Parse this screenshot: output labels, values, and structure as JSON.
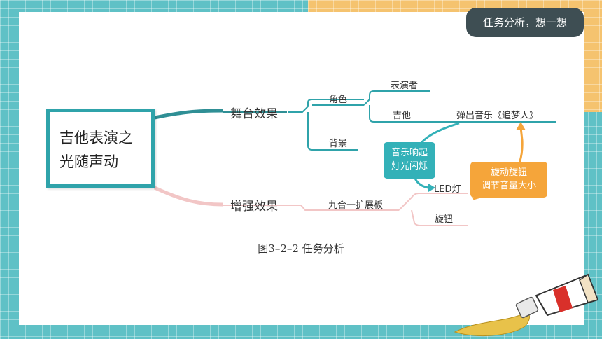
{
  "header": {
    "tag_label": "任务分析，想一想"
  },
  "mindmap": {
    "root_line1": "吉他表演之",
    "root_line2": "光随声动",
    "branch_stage": "舞台效果",
    "branch_enhance": "增强效果",
    "role": "角色",
    "background": "背景",
    "performer": "表演者",
    "guitar": "吉他",
    "play_music": "弹出音乐《追梦人》",
    "board": "九合一扩展板",
    "led": "LED灯",
    "knob": "旋钮",
    "callout_light_line1": "音乐响起",
    "callout_light_line2": "灯光闪烁",
    "callout_knob_line1": "旋动旋钮",
    "callout_knob_line2": "调节音量大小"
  },
  "caption": "图3–2–2  任务分析",
  "colors": {
    "teal": "#2fa3aa",
    "pink": "#f2c6c6",
    "orange": "#f5a53a",
    "tag_bg": "#3e4e53"
  }
}
